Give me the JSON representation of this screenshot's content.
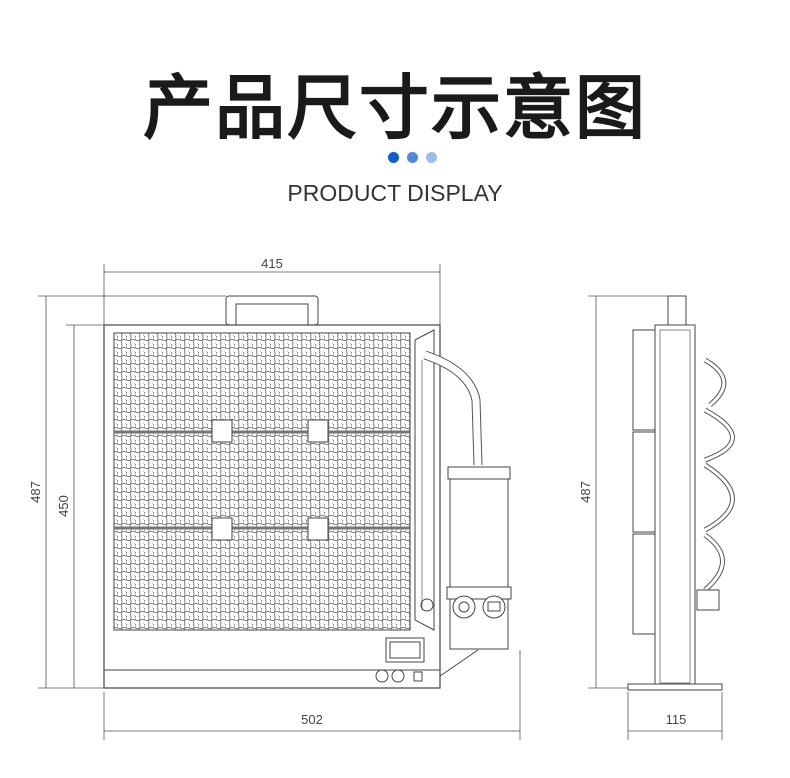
{
  "header": {
    "title": "产品尺寸示意图",
    "subtitle": "PRODUCT DISPLAY",
    "dot_colors": [
      "#0b5ed7",
      "#4d8ae6",
      "#9bbcf0"
    ]
  },
  "front_view": {
    "dim_top_width": "415",
    "dim_total_height": "487",
    "dim_body_height": "450",
    "dim_bottom_width": "502"
  },
  "side_view": {
    "dim_height": "487",
    "dim_depth": "115"
  }
}
